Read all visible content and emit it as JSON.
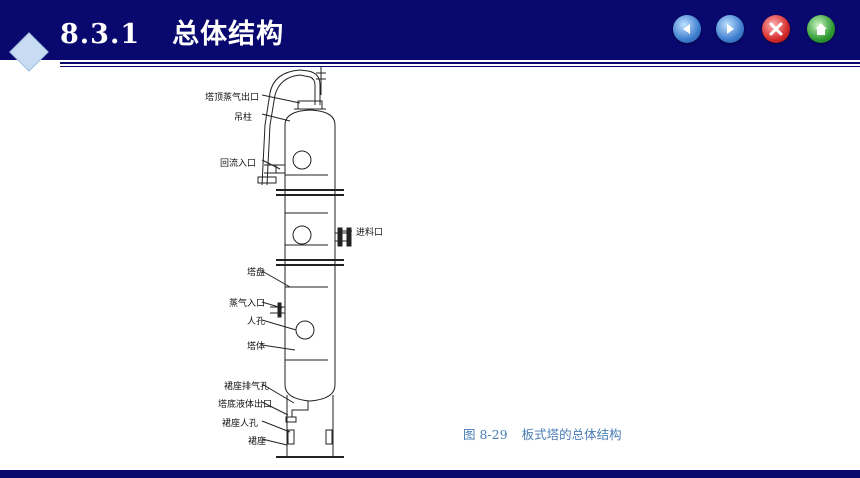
{
  "header": {
    "section_number": "8.3.1",
    "title": "总体结构",
    "colors": {
      "bar": "#08086e",
      "accent": "#c7dcf2"
    }
  },
  "nav": {
    "buttons": [
      {
        "name": "back-button",
        "icon": "arrow-left-icon",
        "color": "#3f7fcf"
      },
      {
        "name": "forward-button",
        "icon": "arrow-right-icon",
        "color": "#3f7fcf"
      },
      {
        "name": "close-button",
        "icon": "close-icon",
        "color": "#d42a2a"
      },
      {
        "name": "home-button",
        "icon": "home-icon",
        "color": "#2f9a34"
      }
    ]
  },
  "figure": {
    "labels": {
      "top_vapor_outlet": "塔顶蒸气出口",
      "davit": "吊柱",
      "reflux_inlet": "回流入口",
      "feed_inlet": "进料口",
      "tray": "塔盘",
      "steam_inlet": "蒸气入口",
      "manhole": "人孔",
      "tower_body": "塔体",
      "skirt_vent": "裙座排气孔",
      "bottom_liquid_outlet": "塔底液体出口",
      "skirt_manhole": "裙座人孔",
      "skirt": "裙座"
    },
    "caption_number": "图 8-29",
    "caption_text": "板式塔的总体结构"
  }
}
